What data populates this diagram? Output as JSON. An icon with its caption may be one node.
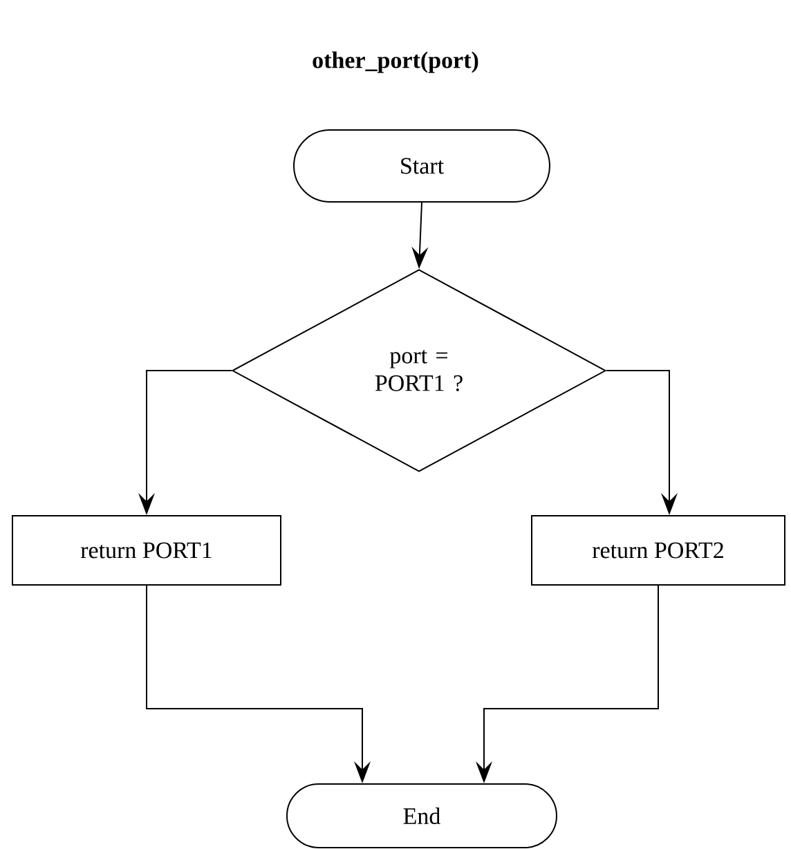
{
  "diagram": {
    "title": "other_port(port)",
    "nodes": [
      {
        "text": [
          "Start"
        ]
      },
      {
        "text": [
          "port = PORT1 ?"
        ]
      },
      {
        "text": [
          "return PORT1"
        ]
      },
      {
        "text": [
          "return PORT2"
        ]
      },
      {
        "text": [
          "End"
        ]
      }
    ],
    "edges": [
      {
        "from": 0,
        "to": 1,
        "arrow": "to"
      },
      {
        "from": 1,
        "to": 2,
        "arrow": "to"
      },
      {
        "from": 1,
        "to": 3,
        "arrow": "to"
      },
      {
        "from": 2,
        "to": 4,
        "arrow": "to"
      },
      {
        "from": 3,
        "to": 4,
        "arrow": "to"
      }
    ]
  }
}
